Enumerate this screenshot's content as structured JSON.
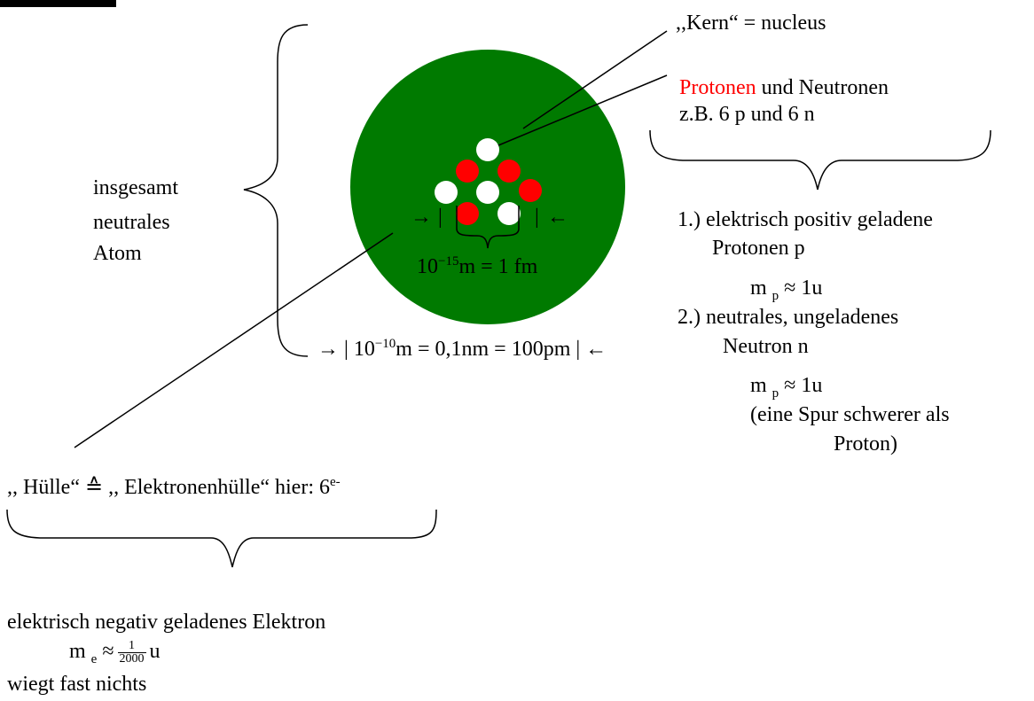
{
  "colors": {
    "atom": "#007a00",
    "proton": "#ff0000",
    "neutron": "#ffffff",
    "highlight": "#ff0000"
  },
  "labels": {
    "kern": ",,Kern“ = nucleus",
    "protonen_word": "Protonen",
    "und_neutronen": " und Neutronen",
    "example": "z.B. 6 p und 6 n",
    "insgesamt": "insgesamt",
    "neutrales": "neutrales",
    "atom": "Atom",
    "nucleus_size_base": "10",
    "nucleus_size_exp": "−15",
    "nucleus_size_rest": "m = 1 fm",
    "atom_size_base": "10",
    "atom_size_exp": "−10",
    "atom_size_rest": "m = 0,1nm = 100pm",
    "arrow_right": "→",
    "arrow_left": "←",
    "bar": "|",
    "p1": "1.) elektrisch positiv geladene",
    "p2": "Protonen p",
    "mass_m": "m",
    "mass_p_sub": "p",
    "mass_approx_1u": "≈ 1u",
    "n1": "2.) neutrales, ungeladenes",
    "n2": "Neutron n",
    "n3": "(eine Spur schwerer als",
    "n4": "Proton)",
    "huelle": ",, Hülle“ ≙ ,, Elektronenhülle“ hier: 6",
    "huelle_sup": "e-",
    "e1": "elektrisch negativ geladenes Elektron",
    "mass_e_sub": "e",
    "approx": "≈",
    "frac_num": "1",
    "frac_den": "2000",
    "unit_u": "u",
    "e3": "wiegt fast nichts"
  }
}
